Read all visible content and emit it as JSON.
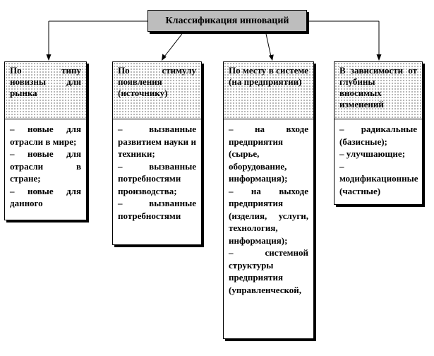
{
  "title": "Классификация инноваций",
  "columns": [
    {
      "heading": "По типу новизны для рынка",
      "items": [
        "– новые для отрасли в мире;",
        "– новые для отрасли в стране;",
        "– новые для данного"
      ]
    },
    {
      "heading": "По стимулу появления (источнику)",
      "items": [
        "– вызванные развитием науки и техники;",
        "– вызванные потребностями производства;",
        "– вызванные потребностями"
      ]
    },
    {
      "heading": "По месту в системе (на предприятии)",
      "items": [
        "– на входе предприятия (сырье, оборудование, информация);",
        "– на выходе предприятия (изделия, услуги, технология, информация);",
        "– системной структуры предприятия (управленческой,"
      ]
    },
    {
      "heading": "В зависимости от глубины вносимых изменений",
      "items": [
        "– радикальные (базисные);",
        "– улучшающие;",
        "– модификационные (частные)"
      ]
    }
  ]
}
